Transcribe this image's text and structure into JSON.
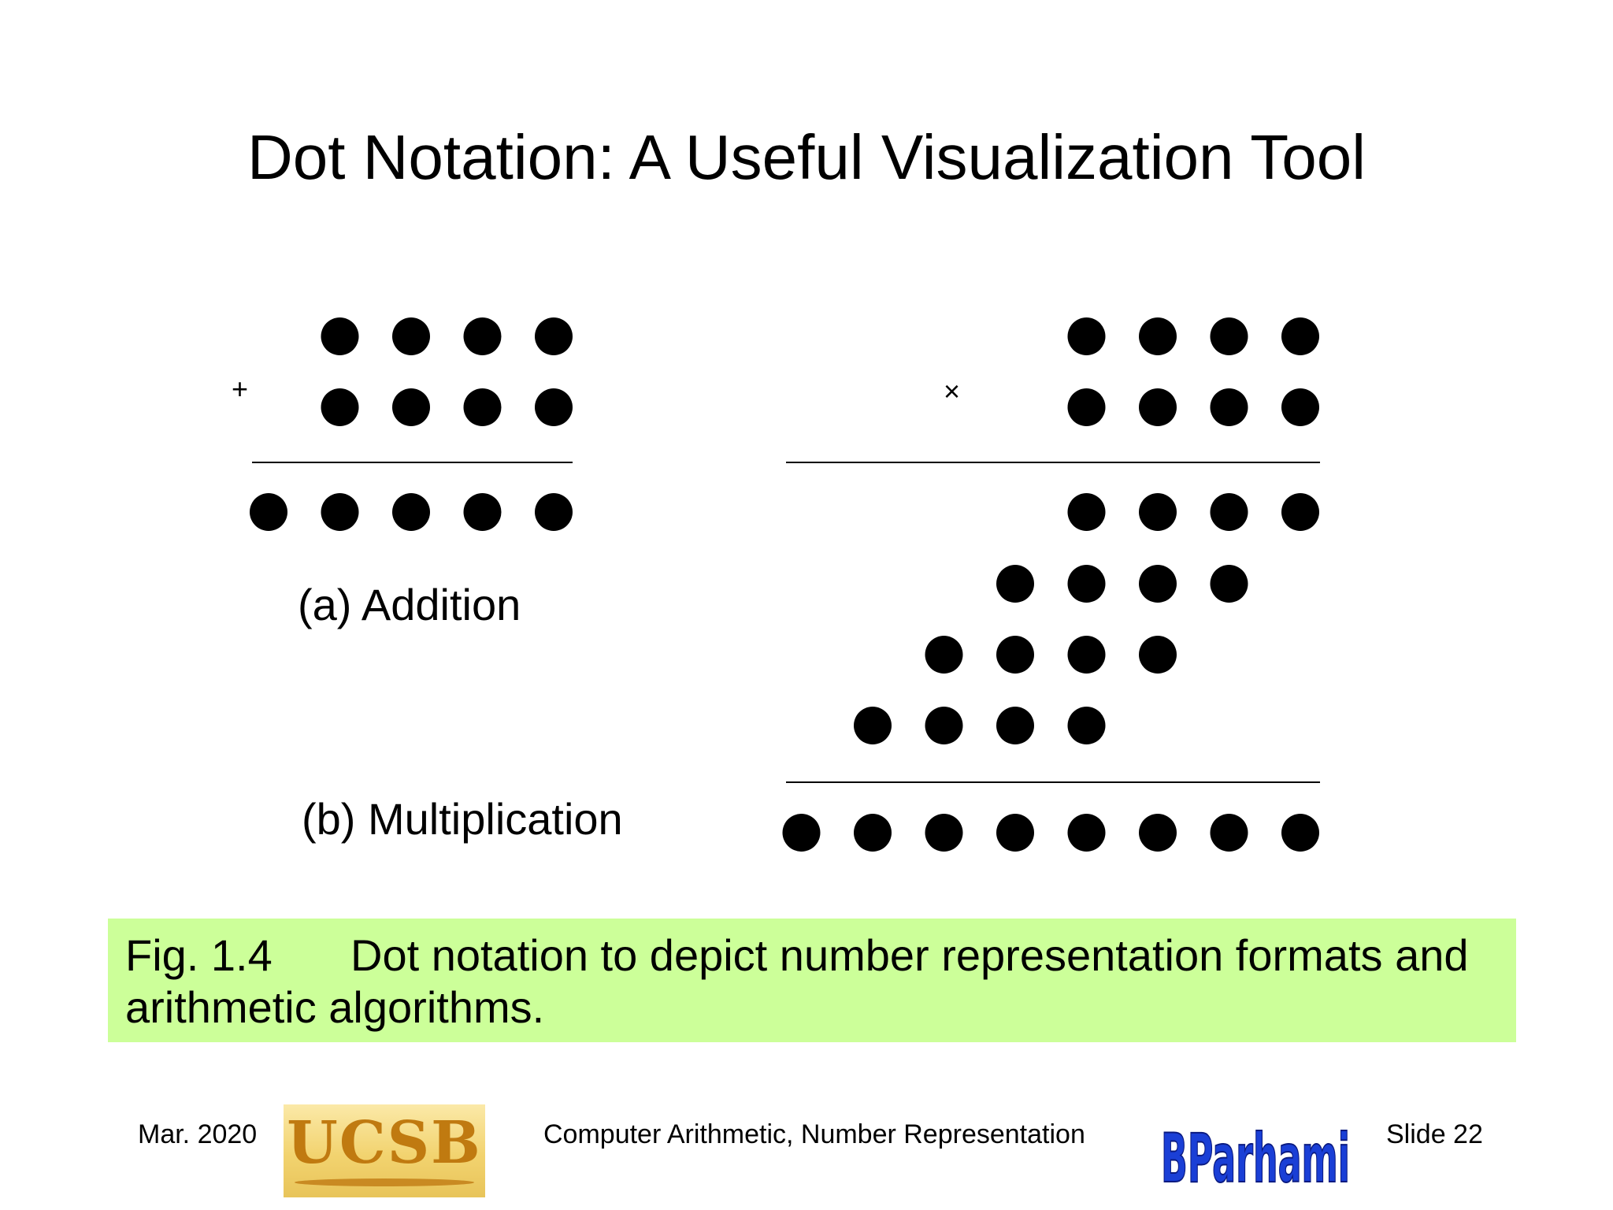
{
  "title": "Dot Notation: A Useful Visualization Tool",
  "addition": {
    "operator": "+",
    "label": "(a) Addition"
  },
  "multiplication": {
    "operator": "×",
    "label": "(b) Multiplication"
  },
  "caption": {
    "figure": "Fig. 1.4",
    "text": "Dot notation to depict number representation formats and arithmetic algorithms."
  },
  "footer": {
    "date": "Mar. 2020",
    "course": "Computer Arithmetic, Number Representation",
    "slide": "Slide 22"
  },
  "logos": {
    "ucsb": "UCSB",
    "author": "BParhami"
  },
  "colors": {
    "caption_bg": "#ccff99",
    "author_logo": "#1a3fd6"
  }
}
